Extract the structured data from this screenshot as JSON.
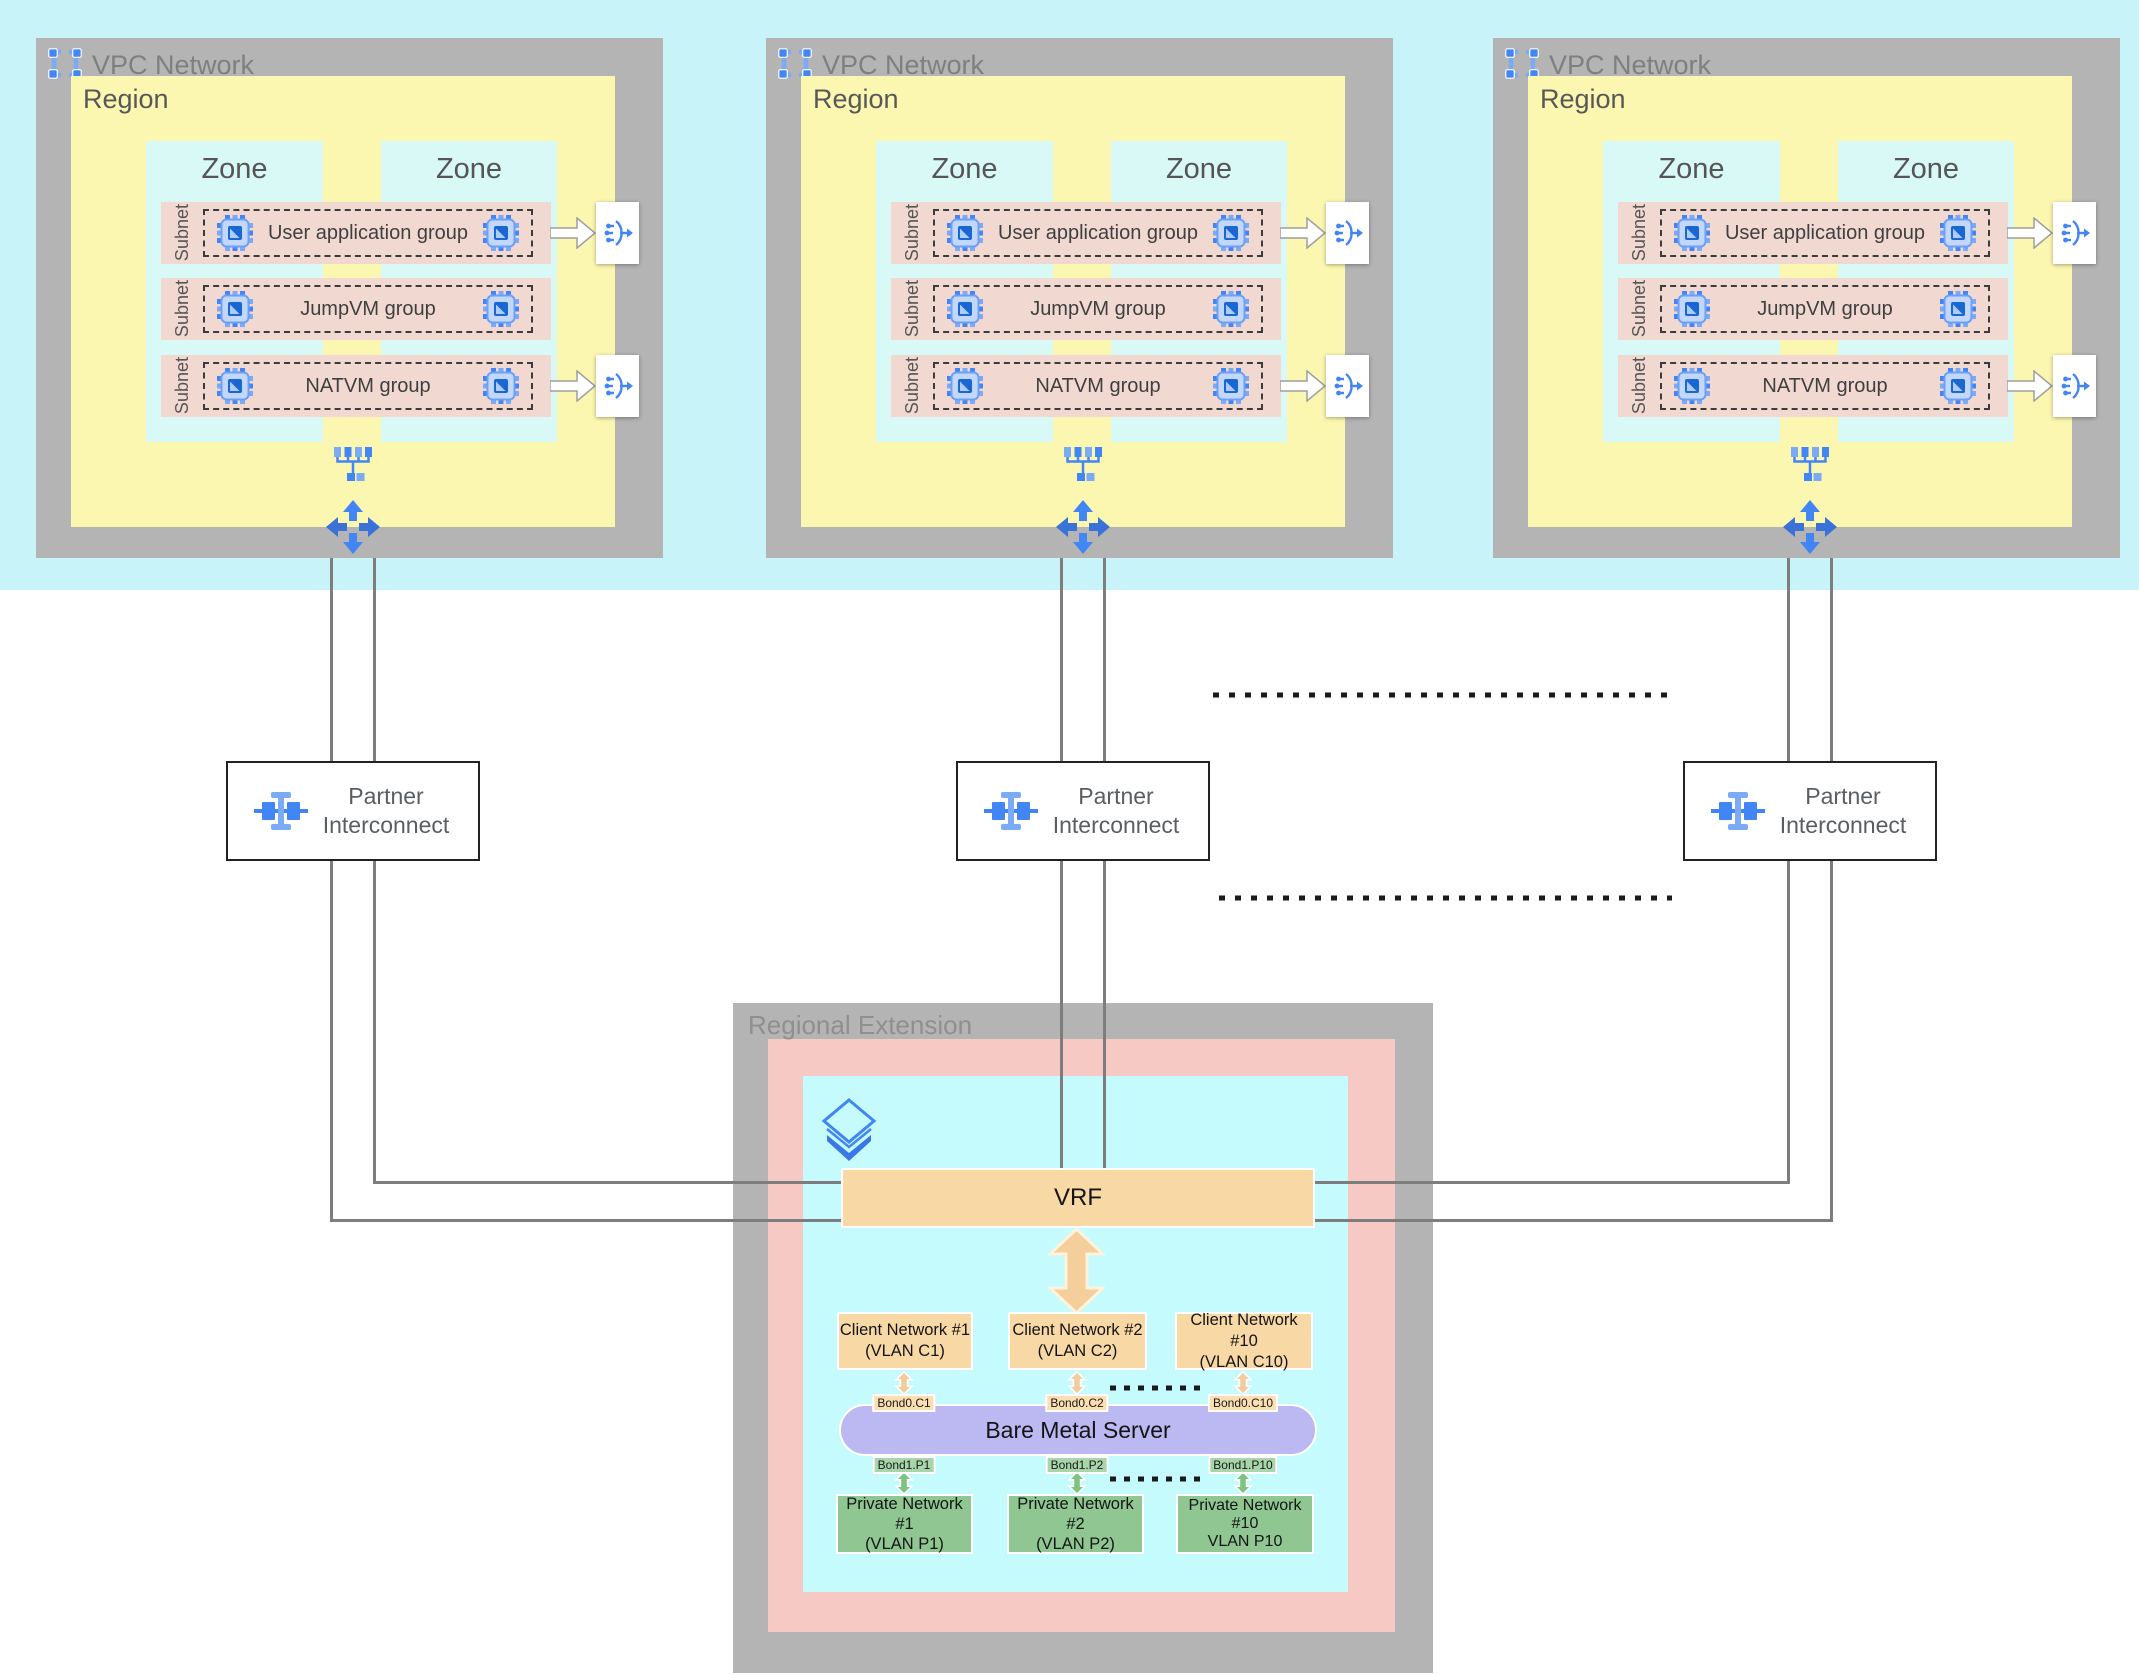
{
  "vpc_blocks": [
    {
      "title": "VPC Network",
      "region": "Region",
      "zones": [
        "Zone",
        "Zone"
      ],
      "subnets": [
        {
          "label": "Subnet",
          "group": "User application group",
          "lb": true
        },
        {
          "label": "Subnet",
          "group": "JumpVM group",
          "lb": false
        },
        {
          "label": "Subnet",
          "group": "NATVM group",
          "lb": true
        }
      ]
    },
    {
      "title": "VPC Network",
      "region": "Region",
      "zones": [
        "Zone",
        "Zone"
      ],
      "subnets": [
        {
          "label": "Subnet",
          "group": "User application group",
          "lb": true
        },
        {
          "label": "Subnet",
          "group": "JumpVM group",
          "lb": false
        },
        {
          "label": "Subnet",
          "group": "NATVM group",
          "lb": true
        }
      ]
    },
    {
      "title": "VPC Network",
      "region": "Region",
      "zones": [
        "Zone",
        "Zone"
      ],
      "subnets": [
        {
          "label": "Subnet",
          "group": "User application group",
          "lb": true
        },
        {
          "label": "Subnet",
          "group": "JumpVM group",
          "lb": false
        },
        {
          "label": "Subnet",
          "group": "NATVM group",
          "lb": true
        }
      ]
    }
  ],
  "interconnects": [
    {
      "line1": "Partner",
      "line2": "Interconnect"
    },
    {
      "line1": "Partner",
      "line2": "Interconnect"
    },
    {
      "line1": "Partner",
      "line2": "Interconnect"
    }
  ],
  "regional_extension": {
    "title": "Regional Extension",
    "vrf_label": "VRF",
    "client_networks": [
      {
        "name": "Client Network #1",
        "vlan": "(VLAN C1)"
      },
      {
        "name": "Client Network #2",
        "vlan": "(VLAN C2)"
      },
      {
        "name": "Client Network #10",
        "vlan": "(VLAN C10)"
      }
    ],
    "bond0": [
      "Bond0.C1",
      "Bond0.C2",
      "Bond0.C10"
    ],
    "server_label": "Bare Metal Server",
    "bond1": [
      "Bond1.P1",
      "Bond1.P2",
      "Bond1.P10"
    ],
    "private_networks": [
      {
        "line1": "Private Network #1",
        "line2": "(VLAN P1)"
      },
      {
        "line1": "Private Network #2",
        "line2": "(VLAN P2)"
      },
      {
        "line1": "Private Network",
        "line2": "#10",
        "line3": "VLAN P10"
      }
    ]
  },
  "colors": {
    "top_band": "#c8f4f9",
    "vpc_gray": "#b4b4b4",
    "region_yellow": "#fcf7b0",
    "zone_cyan": "#d9f9f6",
    "subnet_salmon": "#f1d9d1",
    "ext_pink": "#f6c9c4",
    "ext_cyan": "#c5fbfd",
    "tan": "#f8d8a5",
    "server_purple": "#bcb8f1",
    "private_green": "#8fc691",
    "bond0_badge": "#fbdfb3",
    "bond1_badge": "#a8d5a9",
    "accent_blue": "#4285f4",
    "connector_gray": "#7d7d7d"
  },
  "icon_names": [
    "vpc-network-icon",
    "vm-instance-icon",
    "load-balancer-icon",
    "network-switch-icon",
    "routes-icon",
    "partner-interconnect-icon",
    "layers-icon",
    "flow-arrow-icon",
    "double-arrow-icon"
  ]
}
